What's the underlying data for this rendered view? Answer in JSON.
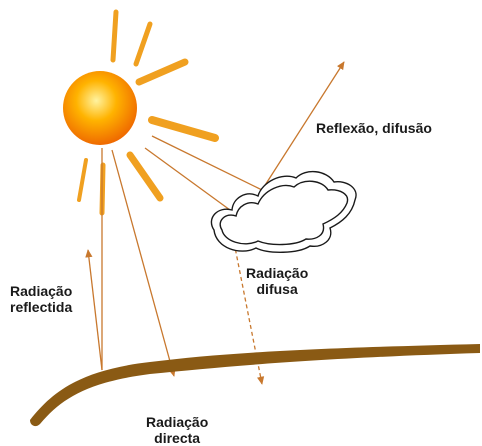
{
  "labels": {
    "reflection_diffusion": "Reflexão, difusão",
    "diffuse_line1": "Radiação",
    "diffuse_line2": "difusa",
    "reflected_line1": "Radiação",
    "reflected_line2": "reflectida",
    "direct_line1": "Radiação",
    "direct_line2": "directa"
  },
  "colors": {
    "sun_core": "#fff3a0",
    "sun_mid": "#ffb300",
    "sun_edge": "#ef6a00",
    "ray": "#f0a020",
    "arrow": "#c8782e",
    "ground": "#8a5a14",
    "cloud_stroke": "#1a1a1a",
    "text": "#1a1a1a"
  },
  "icons": {
    "sun": "sun-icon",
    "cloud": "cloud-icon"
  }
}
